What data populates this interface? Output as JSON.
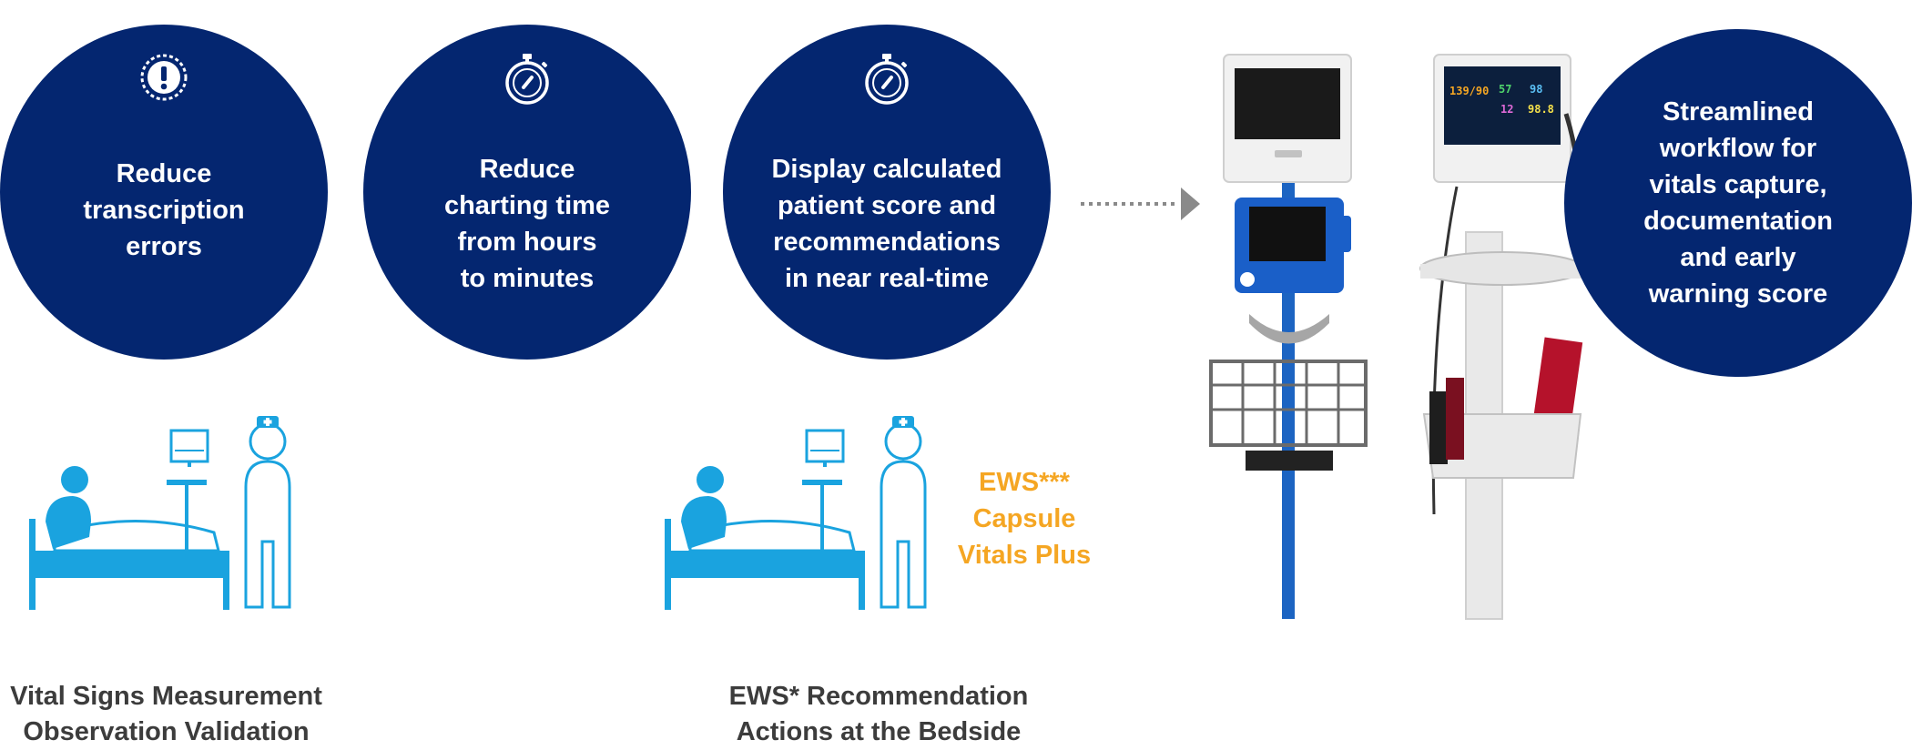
{
  "benefits": [
    {
      "icon": "exclamation-icon",
      "lines": [
        "Reduce",
        "transcription",
        "errors"
      ]
    },
    {
      "icon": "stopwatch-icon",
      "lines": [
        "Reduce",
        "charting time",
        "from hours",
        "to minutes"
      ]
    },
    {
      "icon": "stopwatch-icon",
      "lines": [
        "Display calculated",
        "patient score and",
        "recommendations",
        "in near real-time"
      ]
    }
  ],
  "result": {
    "lines": [
      "Streamlined",
      "workflow for",
      "vitals capture,",
      "documentation",
      "and early",
      "warning score"
    ]
  },
  "ews_label": {
    "lines": [
      "EWS***",
      "Capsule",
      "Vitals Plus"
    ]
  },
  "captions": [
    {
      "lines": [
        "Vital Signs Measurement",
        "Observation Validation"
      ]
    },
    {
      "lines": [
        "EWS* Recommendation",
        "Actions at the Bedside"
      ]
    }
  ],
  "monitor_readings": [
    "139/90",
    "57",
    "98",
    "12",
    "98.8"
  ],
  "colors": {
    "navy": "#042670",
    "blue": "#1aa3df",
    "orange": "#f5a623",
    "gray_text": "#3c3c3c"
  }
}
